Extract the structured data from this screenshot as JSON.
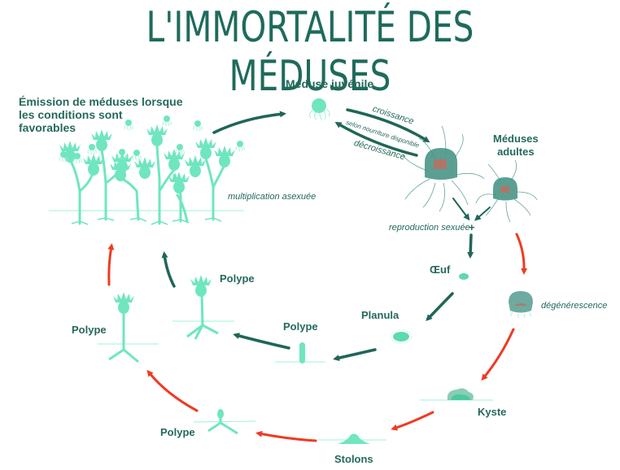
{
  "title": "L'IMMORTALITÉ DES MÉDUSES",
  "colors": {
    "title": "#1e6b5c",
    "normal_cycle_arrow": "#1f6658",
    "rejuvenation_arrow": "#ee3b24",
    "organism": "#6fe6c0",
    "adult_medusa": "#3e8e80",
    "medusa_core": "#c46a5e"
  },
  "labels": {
    "emission": [
      "Émission de méduses lorsque",
      "les conditions sont",
      "favorables"
    ],
    "multiplication": "multiplication asexuée",
    "juvenile": "Méduse juvénile",
    "croissance": "croissance",
    "nourriture": "selon nourriture disponible",
    "decroissance": "décroissance",
    "adultes": [
      "Méduses",
      "adultes"
    ],
    "reproduction": "reproduction sexuée",
    "plus": "+",
    "oeuf": "Œuf",
    "planula": "Planula",
    "polype_small": "Polype",
    "polype_mid": "Polype",
    "polype_left": "Polype",
    "polype_bottom": "Polype",
    "degenerescence": "dégénérescence",
    "kyste": "Kyste",
    "stolons": "Stolons"
  },
  "stages": {
    "normal_cycle": [
      "Méduse juvénile",
      "Méduses adultes",
      "reproduction sexuée",
      "Œuf",
      "Planula",
      "Polype",
      "Polype",
      "Émission de méduses"
    ],
    "rejuvenation_cycle": [
      "Méduses adultes",
      "dégénérescence",
      "Kyste",
      "Stolons",
      "Polype",
      "Polype",
      "Émission de méduses"
    ]
  }
}
